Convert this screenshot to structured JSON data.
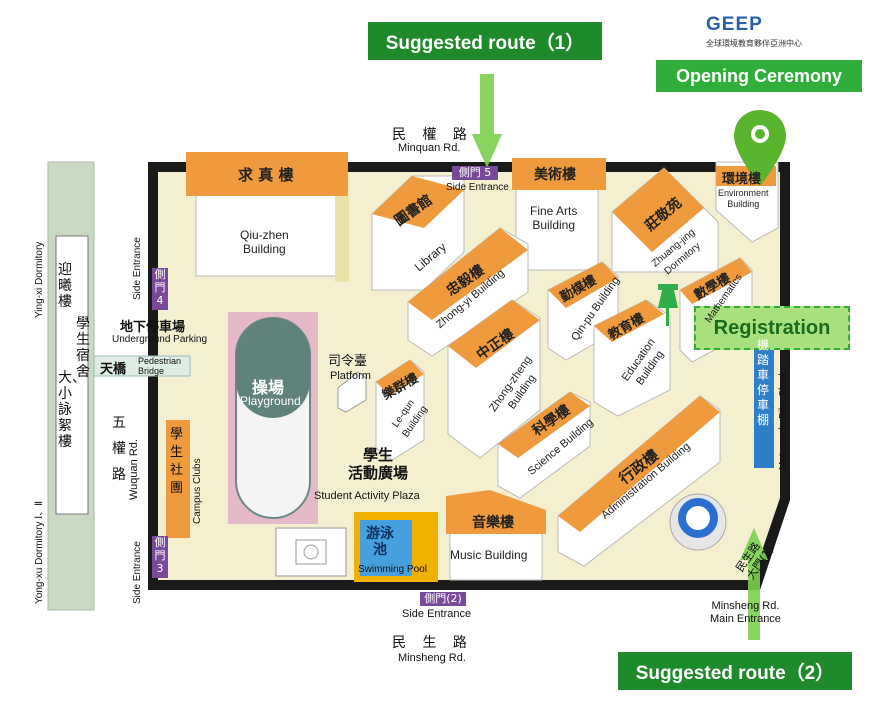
{
  "banners": {
    "route1": "Suggested route（1）",
    "route2": "Suggested route（2）",
    "opening": "Opening Ceremony",
    "registration": "Registration"
  },
  "logo": {
    "name": "GEEP",
    "subtitle": "全球環境教育夥伴亞洲中心"
  },
  "roads": {
    "minquan_zh": "民 權 路",
    "minquan_en": "Minquan Rd.",
    "minsheng_zh": "民 生 路",
    "minsheng_en": "Minsheng Rd.",
    "wuquan_zh": "五\n權\n路",
    "wuquan_en": "Wuquan Rd."
  },
  "gates": {
    "gate5": "側門 5",
    "gate4": "側門 4",
    "gate3": "側門 3",
    "gate2": "側門(2)",
    "side_entrance_top": "Side Entrance",
    "side_entrance_left_top": "Side Entrance",
    "side_entrance_left_bottom": "Side Entrance",
    "side_entrance_bottom": "Side Entrance",
    "main_gate_zh": "民生路\n大門(1)",
    "main_entrance_en": "Minsheng Rd.\nMain Entrance"
  },
  "dorm": {
    "left_zh": "迎曦樓",
    "right_zh": "學生宿舍",
    "bottom_zh": "大、小詠絮樓",
    "en_right": "Ying-xi Dormitory",
    "en_left": "Yong-xu Dormitory Ⅰ、Ⅱ"
  },
  "features": {
    "underground_parking_zh": "地下停車場",
    "underground_parking_en": "Underground Parking",
    "bridge_zh": "天橋",
    "bridge_en": "Pedestrian\nBridge",
    "playground_zh": "操場",
    "playground_en": "Playground",
    "platform_zh": "司令臺",
    "platform_en": "Platform",
    "plaza_zh": "學生\n活動廣場",
    "plaza_en": "Student Activity Plaza",
    "pool_zh": "游泳\n池",
    "pool_en": "Swimming Pool",
    "clubs_zh": "學\n生\n社\n團",
    "clubs_en": "Campus Clubs",
    "bike_zh": "機踏車停車棚",
    "bike_en": "Motorcycle Bike Shed"
  },
  "buildings": {
    "qiuzhen_zh": "求 真 樓",
    "qiuzhen_en": "Qiu-zhen\nBuilding",
    "library_zh": "圖書館",
    "library_en": "Library",
    "finearts_zh": "美術樓",
    "finearts_en": "Fine Arts\nBuilding",
    "zhuangjing_zh": "莊敬苑",
    "zhuangjing_en": "Zhuang-jing\nDormitory",
    "environment_zh": "環境樓",
    "environment_en": "Environment\nBuilding",
    "zhongyi_zh": "忠毅樓",
    "zhongyi_en": "Zhong-yi Building",
    "qinpu_zh": "勤樸樓",
    "qinpu_en": "Qin-pu Building",
    "math_zh": "數學樓",
    "math_en": "Mathematics",
    "education_zh": "教育樓",
    "education_en": "Education\nBuilding",
    "zhongzheng_zh": "中正樓",
    "zhongzheng_en": "Zhong-zheng\nBuilding",
    "lequn_zh": "樂群樓",
    "lequn_en": "Le-qun\nBuilding",
    "science_zh": "科學樓",
    "science_en": "Science Building",
    "admin_zh": "行政樓",
    "admin_en": "Administration Building",
    "music_zh": "音樂樓",
    "music_en": "Music Building"
  },
  "colors": {
    "roof": "#ef9a3c",
    "banner_green": "#1f8a2b",
    "gate_purple": "#7a4a9a",
    "pin_green": "#5ab52e",
    "campus_bg": "#f3efcf",
    "wall": "#1a1a1a"
  }
}
